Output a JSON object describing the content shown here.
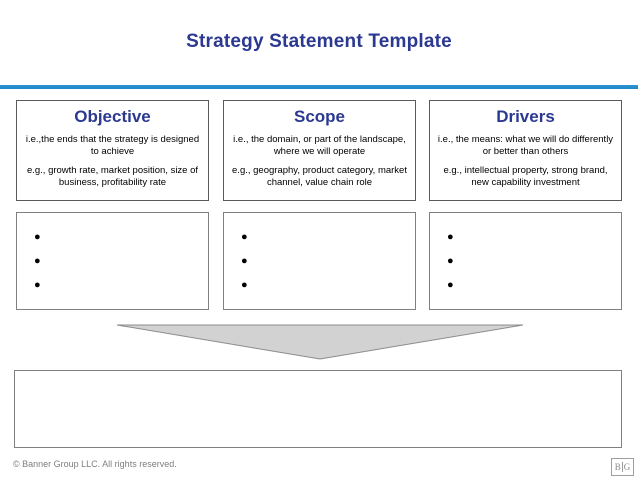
{
  "slide": {
    "title": "Strategy Statement Template"
  },
  "colors": {
    "accent_blue": "#1E87C9",
    "heading_blue": "#2B3990",
    "arrow_fill": "#D2D2D2",
    "arrow_stroke": "#8C8C8C"
  },
  "bullet_char": "●",
  "columns": [
    {
      "header": "Objective",
      "ie": "i.e.,the ends that the strategy is designed to achieve",
      "eg": "e.g., growth rate, market position, size of business, profitability rate"
    },
    {
      "header": "Scope",
      "ie": "i.e., the domain, or part of the landscape, where we will operate",
      "eg": "e.g., geography, product category, market channel, value chain role"
    },
    {
      "header": "Drivers",
      "ie": "i.e., the means: what we will do differently or better than others",
      "eg": "e.g., intellectual property, strong brand, new capability investment"
    }
  ],
  "footer": {
    "copyright": "© Banner Group LLC. All rights reserved.",
    "logo_left": "B",
    "logo_right": "G"
  }
}
